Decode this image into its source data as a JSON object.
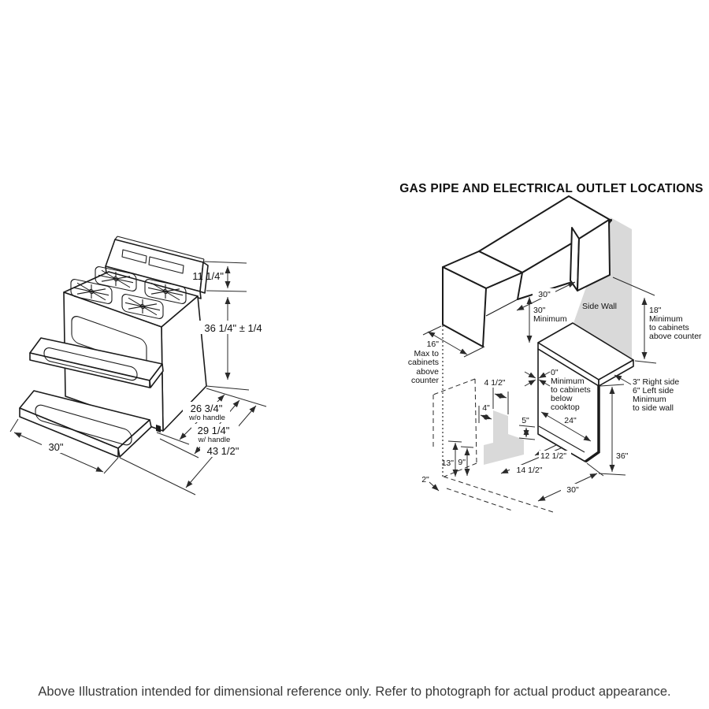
{
  "caption": "Above Illustration intended for dimensional reference only. Refer to photograph for actual product appearance.",
  "range_diagram": {
    "dims": {
      "backsplash_height": "11 1/4\"",
      "cooktop_height": "36 1/4\" ± 1/4",
      "depth_without_handle": "26 3/4\"",
      "depth_without_handle_note": "w/o handle",
      "depth_with_handle": "29 1/4\"",
      "depth_with_handle_note": "w/ handle",
      "depth_door_open": "43 1/2\"",
      "width": "30\""
    }
  },
  "installation_diagram": {
    "title": "GAS PIPE AND ELECTRICAL OUTLET LOCATIONS",
    "side_wall_label": "Side Wall",
    "dims": {
      "cabinet_opening": "30\"",
      "min_opening": [
        "30\"",
        "Minimum"
      ],
      "max_above": [
        "16\"",
        "Max to",
        "cabinets",
        "above",
        "counter"
      ],
      "min_above": [
        "18\"",
        "Minimum",
        "to cabinets",
        "above counter"
      ],
      "min_below": [
        "0\"",
        "Minimum",
        "to cabinets",
        "below",
        "cooktop"
      ],
      "side_clearance": [
        "3\" Right side",
        "6\" Left side",
        "Minimum",
        "to side wall"
      ],
      "counter_depth": "24\"",
      "pipe_zone_step": "5\"",
      "pipe_zone_width": "4 1/2\"",
      "pipe_zone_offset": "4\"",
      "pipe_zone_height": "13\"",
      "pipe_zone_inner_height": "9\"",
      "wall_gap": "2\"",
      "pipe_depth_a": "12 1/2\"",
      "pipe_depth_b": "14 1/2\"",
      "counter_height": "36\"",
      "range_width": "30\""
    }
  }
}
